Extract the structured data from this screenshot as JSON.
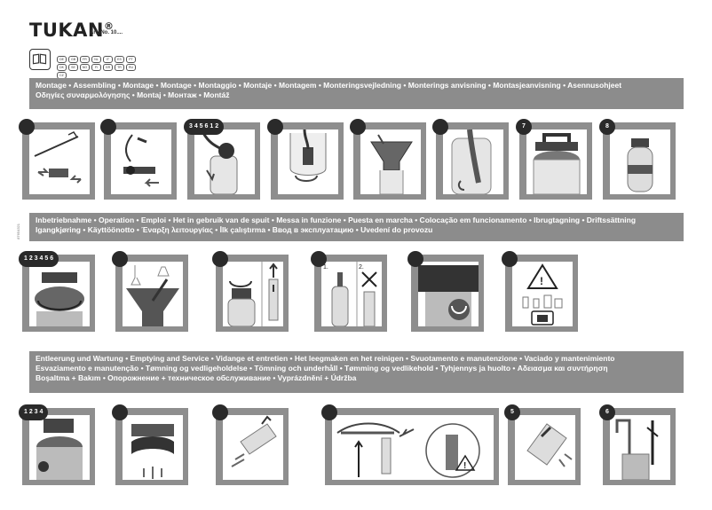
{
  "header": {
    "brand": "TUKAN",
    "trademark": "®",
    "art_no": "Art.-No. 10....",
    "language_codes": [
      "DE",
      "GB",
      "FR",
      "NL",
      "IT",
      "ES",
      "PT",
      "DK",
      "SE",
      "NO",
      "FI",
      "GR",
      "TR",
      "RU",
      "CZ"
    ]
  },
  "sections": [
    {
      "title_line1": "Montage • Assembling • Montage • Montage • Montaggio • Montaje • Montagem • Monteringsvejledning • Monterings anvisning • Montasjeanvisning • Asennusohjeet",
      "title_line2": "Οδηγίες συναρμολόγησης • Montaj • Монтаж • Montáž",
      "steps": [
        {
          "badge": "",
          "icon": "hose-lance-icon"
        },
        {
          "badge": "",
          "icon": "hose-valve-icon"
        },
        {
          "badge": "3 4 5 6 1 2",
          "icon": "hose-insert-icon"
        },
        {
          "badge": "",
          "icon": "tank-neck-icon"
        },
        {
          "badge": "",
          "icon": "funnel-icon"
        },
        {
          "badge": "",
          "icon": "strap-icon"
        },
        {
          "badge": "7",
          "icon": "pump-handle-icon"
        },
        {
          "badge": "8",
          "icon": "sprayer-icon"
        }
      ]
    },
    {
      "title_line1": "Inbetriebnahme • Operation • Emploi • Het in gebruik van de spuit • Messa in funzione • Puesta en marcha • Colocação em funcionamento • Ibrugtagning • Driftssättning",
      "title_line2": "Igangkjøring • Käyttöönotto • Έναρξη λειτουργίας • İlk çalıştırma • Ввод в эксплуатацию • Uvedení do provozu",
      "steps": [
        {
          "badge": "1 2 3 4 5 6",
          "icon": "pump-handle-icon"
        },
        {
          "badge": "",
          "icon": "fill-funnel-icon"
        },
        {
          "badge": "",
          "icon": "close-cap-icon"
        },
        {
          "badge": "",
          "icon": "pump-up-icon"
        },
        {
          "badge": "",
          "icon": "pump-down-icon"
        },
        {
          "badge": "",
          "icon": "lock-handle-icon"
        },
        {
          "badge": "",
          "icon": "warning-chemicals-icon"
        }
      ],
      "step_labels": [
        "1.",
        "2."
      ]
    },
    {
      "title_line1": "Entleerung und Wartung • Emptying and Service • Vidange et entretien • Het leegmaken en het reinigen • Svuotamento e manutenzione • Vaciado y mantenimiento",
      "title_line2": "Esvaziamento e manutenção • Tømning og vedligeholdelse • Tömning och underhåll • Tømming og vedlikehold • Tyhjennys ja huolto • Αδειασμα και συντήρηση",
      "title_line3": "Boşaltma + Bakım • Опорожнение + техническое обслуживание • Vyprázdnění + Údržba",
      "steps": [
        {
          "badge": "1 2 3 4",
          "icon": "open-tank-icon"
        },
        {
          "badge": "",
          "icon": "drain-icon"
        },
        {
          "badge": "",
          "icon": "clean-nozzle-icon"
        },
        {
          "badge": "",
          "icon": "service-valve-icon"
        },
        {
          "badge": "5",
          "icon": "rinse-icon"
        },
        {
          "badge": "6",
          "icon": "storage-icon"
        }
      ]
    }
  ],
  "side_code": "87654321"
}
